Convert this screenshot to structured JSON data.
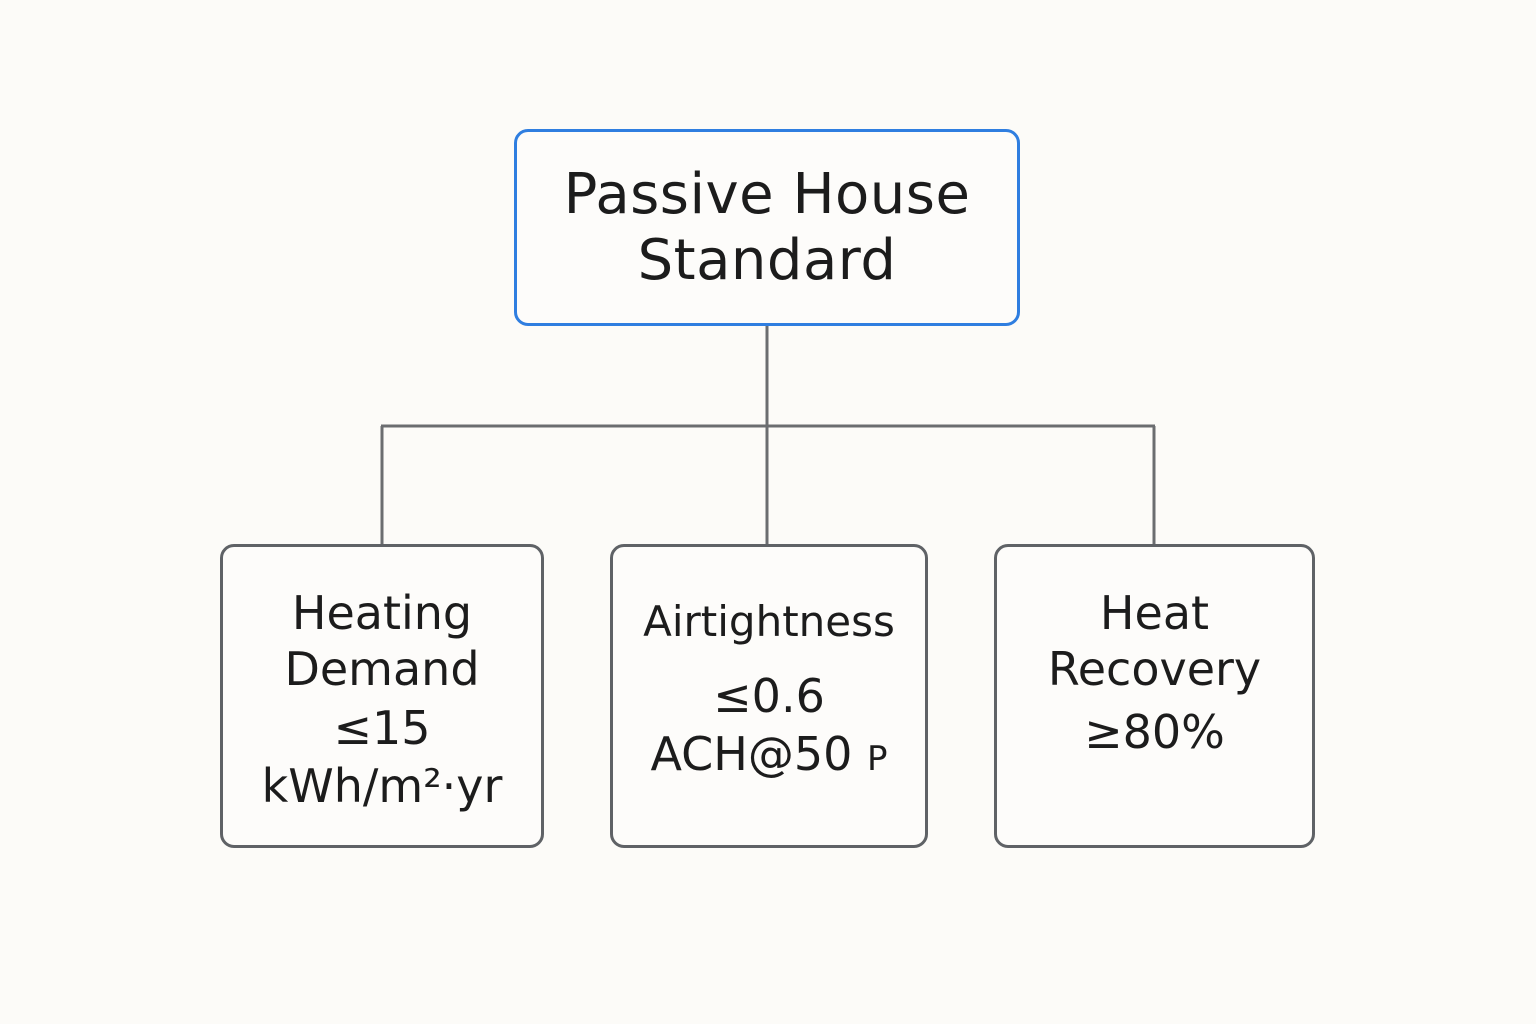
{
  "root": {
    "title_lines": [
      "Passive House",
      "Standard"
    ],
    "border_color": "#2f7ee0"
  },
  "children": [
    {
      "title_lines": [
        "Heating",
        "Demand"
      ],
      "value_lines": [
        "≤15",
        "kWh/m²·yr"
      ]
    },
    {
      "title_lines": [
        "Airtightness"
      ],
      "value_lines": [
        "≤0.6",
        "ACH@50"
      ],
      "value_suffix": "P"
    },
    {
      "title_lines": [
        "Heat",
        "Recovery"
      ],
      "value_lines": [
        "≥80%"
      ]
    }
  ],
  "colors": {
    "background": "#fcfbf8",
    "box_border": "#5f6266",
    "connector": "#6b6d70"
  }
}
